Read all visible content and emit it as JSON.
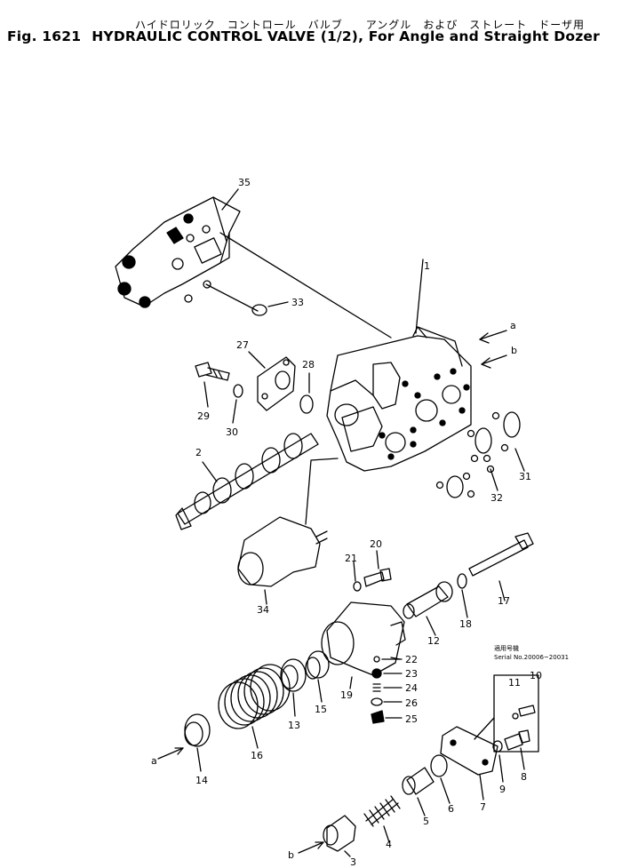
{
  "title": {
    "japanese": "ハイドロリック　コントロール　バルブ　　アングル　および　ストレート　ドーザ用",
    "fig_no": "Fig. 1621",
    "english": "HYDRAULIC CONTROL VALVE (1/2), For Angle and Straight Dozer"
  },
  "serial_note": {
    "japanese": "適用号機",
    "text": "Serial No.20006~20031"
  },
  "arrow_labels": [
    "a",
    "b",
    "a",
    "b"
  ],
  "parts": [
    "1",
    "2",
    "3",
    "4",
    "5",
    "6",
    "7",
    "8",
    "9",
    "10",
    "11",
    "12",
    "13",
    "14",
    "15",
    "16",
    "17",
    "18",
    "19",
    "20",
    "21",
    "22",
    "23",
    "24",
    "25",
    "26",
    "27",
    "28",
    "29",
    "30",
    "31",
    "32",
    "33",
    "34",
    "35"
  ]
}
